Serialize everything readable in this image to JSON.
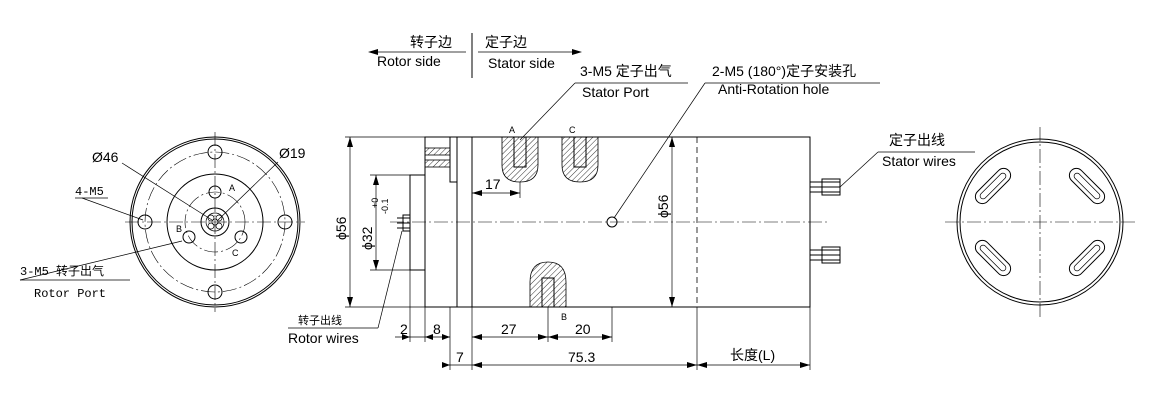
{
  "header": {
    "rotor_side_cn": "转子边",
    "rotor_side_en": "Rotor side",
    "stator_side_cn": "定子边",
    "stator_side_en": "Stator side"
  },
  "callouts": {
    "stator_port_cn": "3-M5 定子出气",
    "stator_port_en": "Stator Port",
    "anti_rotation_cn": "2-M5 (180°)定子安装孔",
    "anti_rotation_en": "Anti-Rotation hole",
    "stator_wires_cn": "定子出线",
    "stator_wires_en": "Stator wires",
    "rotor_wires_cn": "转子出线",
    "rotor_wires_en": "Rotor wires",
    "rotor_port_cn": "3-M5 转子出气",
    "rotor_port_en": "Rotor Port",
    "holes_4m5": "4-M5",
    "dia46": "Ø46",
    "dia19": "Ø19"
  },
  "port_letters": {
    "a": "A",
    "b": "B",
    "c": "C"
  },
  "dimensions": {
    "d56_left": "ϕ56",
    "d32": "ϕ32",
    "d32_tol_upper": "+0",
    "d32_tol_lower": "-0.1",
    "d56_right": "ϕ56",
    "dim_17": "17",
    "dim_2": "2",
    "dim_8": "8",
    "dim_27": "27",
    "dim_20": "20",
    "dim_7": "7",
    "dim_753": "75.3",
    "length_l": "长度(L)"
  }
}
